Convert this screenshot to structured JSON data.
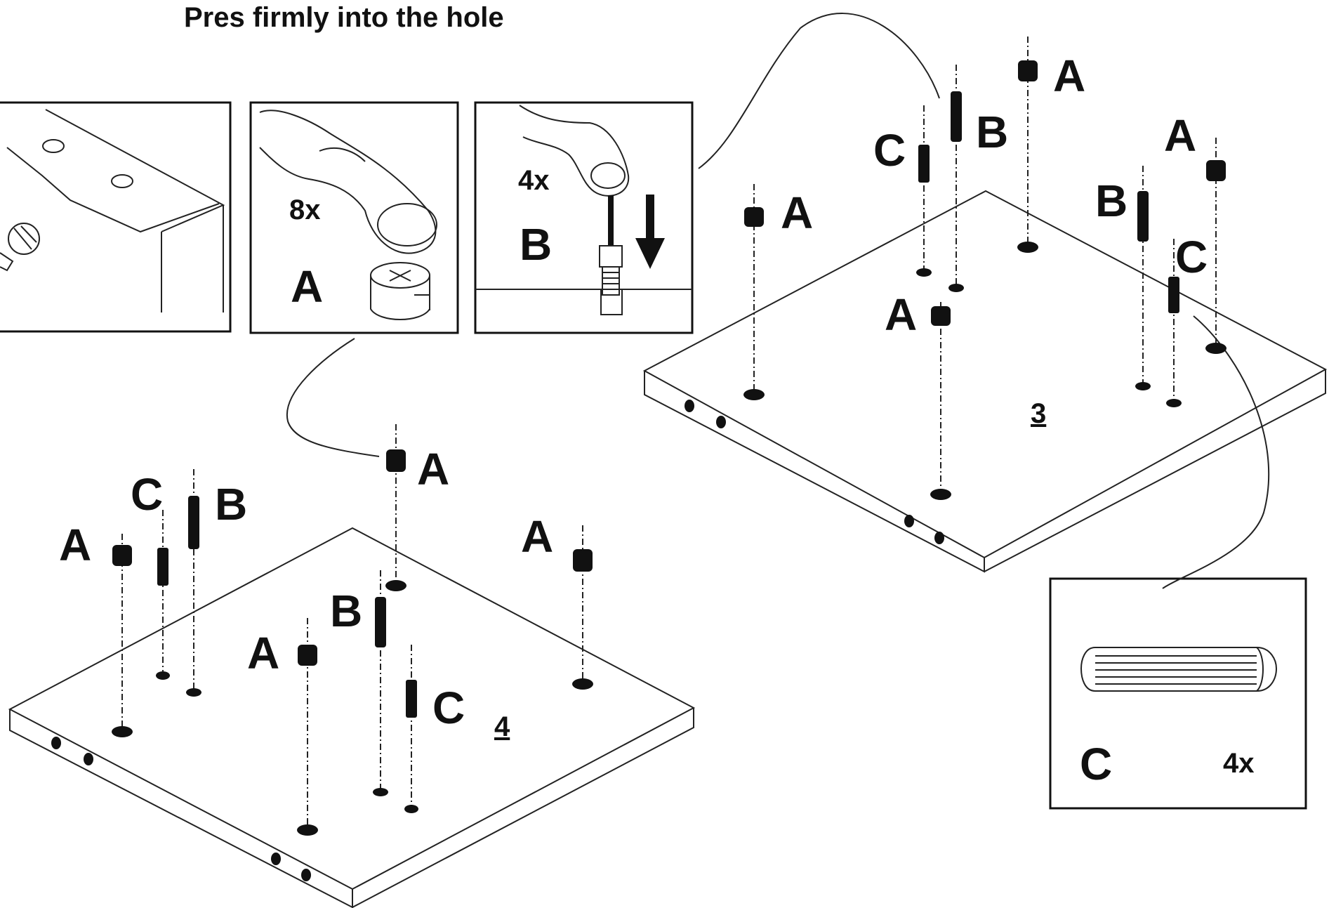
{
  "title": "Pres firmly into the hole",
  "insets": {
    "a": {
      "qty": "8x",
      "letter": "A"
    },
    "b": {
      "qty": "4x",
      "letter": "B"
    },
    "c": {
      "qty": "4x",
      "letter": "C"
    }
  },
  "panels": {
    "p3": {
      "number": "3"
    },
    "p4": {
      "number": "4"
    }
  },
  "labels": {
    "a": "A",
    "b": "B",
    "c": "C"
  }
}
